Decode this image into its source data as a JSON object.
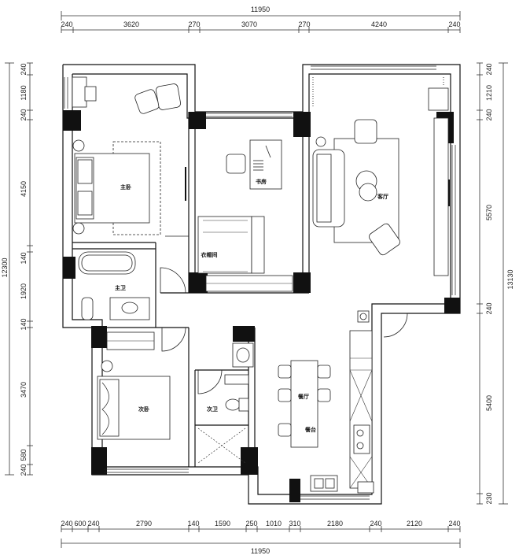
{
  "dimensions": {
    "top_total": "11950",
    "bottom_total": "11950",
    "top_segments": [
      "240",
      "3620",
      "270",
      "3070",
      "270",
      "4240",
      "240"
    ],
    "bottom_segments": [
      "240",
      "600",
      "240",
      "2790",
      "140",
      "1590",
      "250",
      "1010",
      "310",
      "2180",
      "240",
      "2120",
      "240"
    ],
    "left_total": "12300",
    "left_segments": [
      "240",
      "1180",
      "240",
      "4150",
      "140",
      "1920",
      "140",
      "3470",
      "580",
      "240"
    ],
    "right_total": "13130",
    "right_segments": [
      "240",
      "1210",
      "240",
      "5570",
      "240",
      "5400",
      "230"
    ]
  },
  "rooms": {
    "master_bedroom": "主卧",
    "study": "书房",
    "living_room": "客厅",
    "cloakroom": "衣帽间",
    "master_bath": "主卫",
    "second_bedroom": "次卧",
    "second_bath": "次卫",
    "dining_room": "餐厅",
    "dining_table": "餐台"
  }
}
